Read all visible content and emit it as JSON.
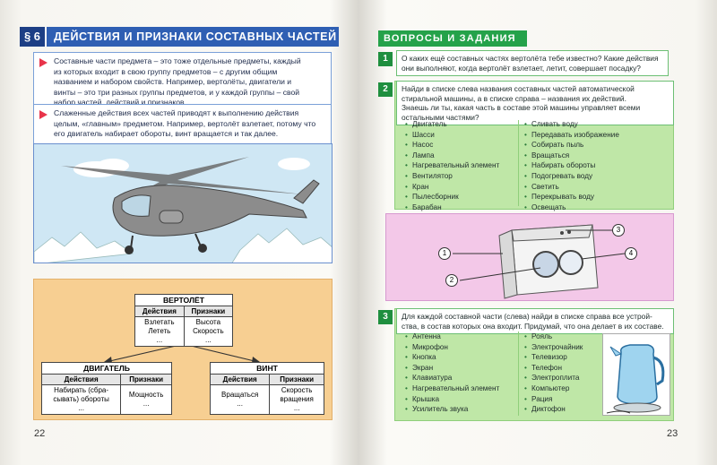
{
  "left_page": {
    "section_number": "§ 6",
    "section_title": "ДЕЙСТВИЯ И ПРИЗНАКИ СОСТАВНЫХ ЧАСТЕЙ",
    "info1_lines": [
      "Составные части предмета – это тоже отдельные предметы, каждый",
      "из которых входит в свою группу предметов – с другим общим",
      "названием и набором свойств. Например, вертолёты, двигатели и",
      "винты – это три разных группы предметов, и у каждой группы – свой",
      "набор частей, действий и признаков."
    ],
    "info2_lines": [
      "Слаженные действия всех частей приводят к выполнению действия",
      "целым, «главным» предметом. Например, вертолёт взлетает, потому что",
      "его двигатель набирает обороты, винт вращается и так далее."
    ],
    "diagram": {
      "main": {
        "title": "ВЕРТОЛЁТ",
        "col1": "Действия",
        "col2": "Признаки",
        "c1": [
          "Взлетать",
          "Лететь",
          "..."
        ],
        "c2": [
          "Высота",
          "Скорость",
          "..."
        ]
      },
      "engine": {
        "title": "ДВИГАТЕЛЬ",
        "col1": "Действия",
        "col2": "Признаки",
        "c1": [
          "Набирать (сбра-",
          "сывать) обороты",
          "..."
        ],
        "c2": [
          "Мощность",
          "..."
        ]
      },
      "rotor": {
        "title": "ВИНТ",
        "col1": "Действия",
        "col2": "Признаки",
        "c1": [
          "Вращаться",
          "..."
        ],
        "c2": [
          "Скорость",
          "вращения",
          "..."
        ]
      }
    },
    "page_number": "22"
  },
  "right_page": {
    "header": "ВОПРОСЫ И ЗАДАНИЯ",
    "q1": {
      "num": "1",
      "lines": [
        "О каких ещё составных частях вертолёта тебе известно? Какие действия",
        "они выполняют, когда вертолёт взлетает, летит, совершает посадку?"
      ]
    },
    "q2": {
      "num": "2",
      "lines": [
        "Найди в списке слева названия составных частей автоматической",
        "стиральной машины, а в списке справа – названия их действий.",
        "Знаешь ли ты, какая часть в составе этой машины управляет всеми",
        "остальными частями?"
      ],
      "left_list": [
        "Двигатель",
        "Шасси",
        "Насос",
        "Лампа",
        "Нагревательный элемент",
        "Вентилятор",
        "Кран",
        "Пылесборник",
        "Барабан"
      ],
      "right_list": [
        "Сливать воду",
        "Передавать изображение",
        "Собирать пыль",
        "Вращаться",
        "Набирать обороты",
        "Подогревать воду",
        "Светить",
        "Перекрывать воду",
        "Освещать"
      ],
      "callouts": [
        "1",
        "2",
        "3",
        "4"
      ]
    },
    "q3": {
      "num": "3",
      "lines": [
        "Для каждой составной части (слева) найди в списке справа все устрой-",
        "ства, в состав которых она входит. Придумай, что она делает в их составе."
      ],
      "left_list": [
        "Антенна",
        "Микрофон",
        "Кнопка",
        "Экран",
        "Клавиатура",
        "Нагревательный элемент",
        "Крышка",
        "Усилитель звука"
      ],
      "right_list": [
        "Рояль",
        "Электрочайник",
        "Телевизор",
        "Телефон",
        "Электроплита",
        "Компьютер",
        "Рация",
        "Диктофон"
      ]
    },
    "page_number": "23"
  },
  "colors": {
    "blue_header": "#2f5fb3",
    "green_header": "#25a24a",
    "orange_panel": "#f7cf92",
    "pink_panel": "#f3c8e8"
  }
}
